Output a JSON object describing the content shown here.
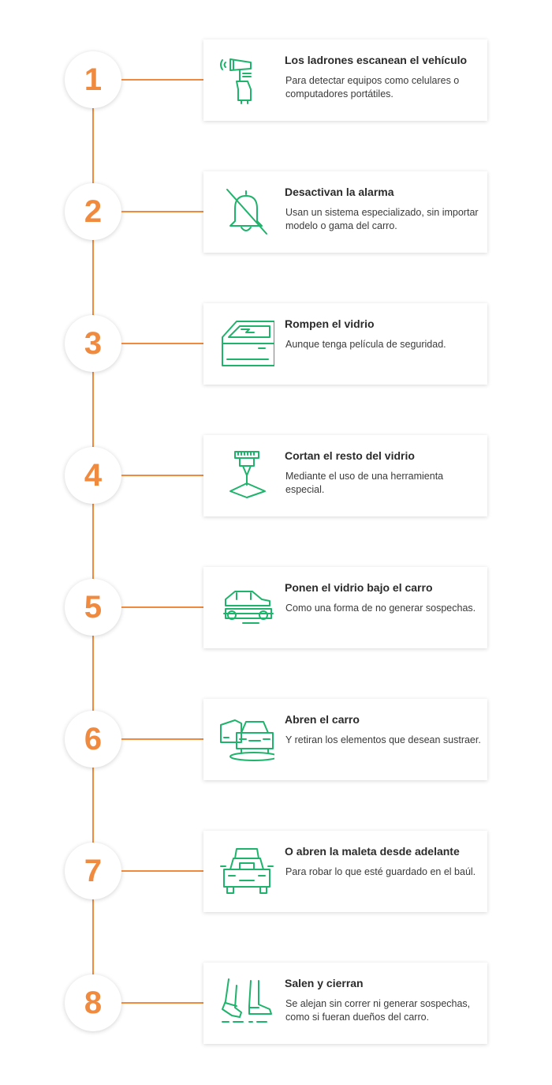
{
  "colors": {
    "accent": "#ef8a3e",
    "icon": "#1fb36b",
    "text": "#2b2b2b"
  },
  "steps": [
    {
      "number": "1",
      "icon": "scanner-icon",
      "title": "Los ladrones escanean el vehículo",
      "desc": "Para detectar equipos como celulares o computadores portátiles."
    },
    {
      "number": "2",
      "icon": "alarm-off-icon",
      "title": "Desactivan la alarma",
      "desc": "Usan un sistema especializado, sin importar modelo o gama del carro."
    },
    {
      "number": "3",
      "icon": "broken-window-icon",
      "title": "Rompen el vidrio",
      "desc": "Aunque tenga película de seguridad."
    },
    {
      "number": "4",
      "icon": "cutting-tool-icon",
      "title": "Cortan el resto del vidrio",
      "desc": "Mediante el uso de una herramienta especial."
    },
    {
      "number": "5",
      "icon": "car-side-icon",
      "title": "Ponen el vidrio bajo el carro",
      "desc": "Como una forma de no generar sospechas."
    },
    {
      "number": "6",
      "icon": "open-car-icon",
      "title": "Abren el carro",
      "desc": "Y retiran los elementos que desean sustraer."
    },
    {
      "number": "7",
      "icon": "car-trunk-icon",
      "title": "O abren la maleta desde adelante",
      "desc": "Para robar lo que esté guardado en el baúl."
    },
    {
      "number": "8",
      "icon": "walking-feet-icon",
      "title": "Salen y cierran",
      "desc": "Se alejan sin correr ni generar sospechas, como si fueran dueños del carro."
    }
  ]
}
